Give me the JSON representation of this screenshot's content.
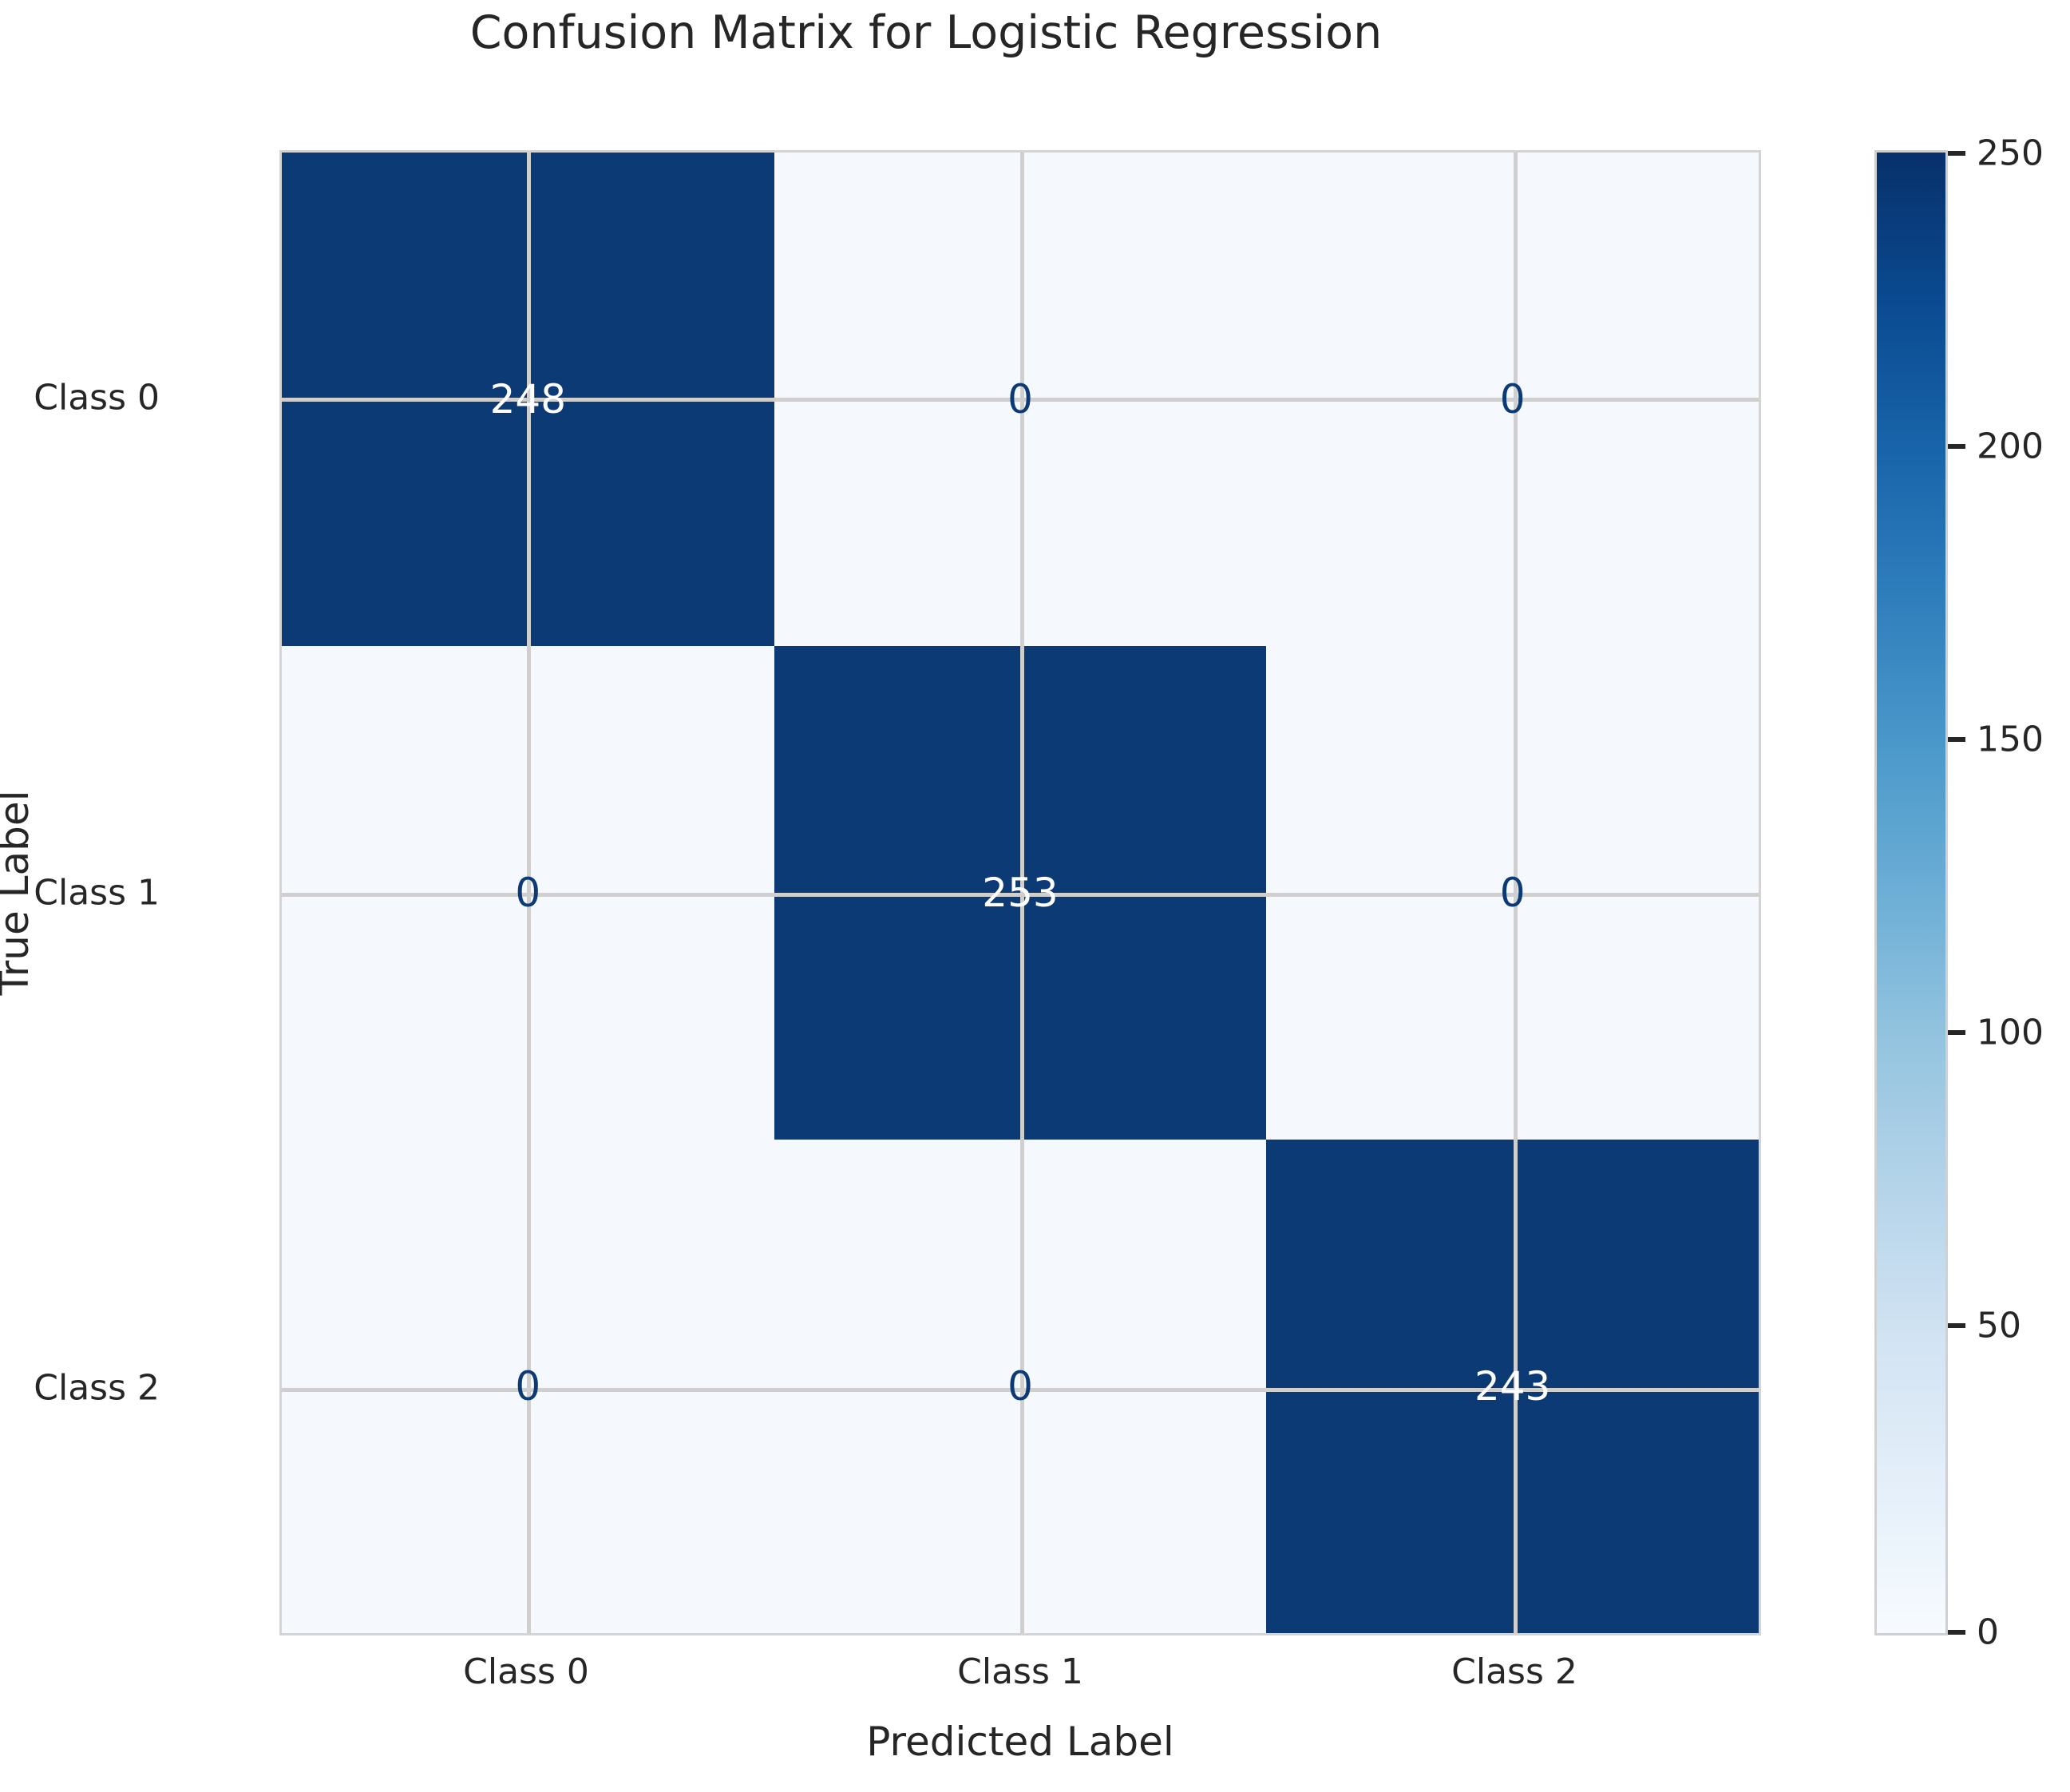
{
  "chart_data": {
    "type": "heatmap",
    "title": "Confusion Matrix for Logistic Regression",
    "xlabel": "Predicted Label",
    "ylabel": "True Label",
    "categories_x": [
      "Class 0",
      "Class 1",
      "Class 2"
    ],
    "categories_y": [
      "Class 0",
      "Class 1",
      "Class 2"
    ],
    "matrix": [
      [
        248,
        0,
        0
      ],
      [
        0,
        253,
        0
      ],
      [
        0,
        0,
        243
      ]
    ],
    "cells": [
      {
        "row": 0,
        "col": 0,
        "value": "248",
        "dark": true
      },
      {
        "row": 0,
        "col": 1,
        "value": "0",
        "dark": false
      },
      {
        "row": 0,
        "col": 2,
        "value": "0",
        "dark": false
      },
      {
        "row": 1,
        "col": 0,
        "value": "0",
        "dark": false
      },
      {
        "row": 1,
        "col": 1,
        "value": "253",
        "dark": true
      },
      {
        "row": 1,
        "col": 2,
        "value": "0",
        "dark": false
      },
      {
        "row": 2,
        "col": 0,
        "value": "0",
        "dark": false
      },
      {
        "row": 2,
        "col": 1,
        "value": "0",
        "dark": false
      },
      {
        "row": 2,
        "col": 2,
        "value": "243",
        "dark": true
      }
    ],
    "colormap": "Blues",
    "colorbar": {
      "ticks": [
        "250",
        "200",
        "150",
        "100",
        "50",
        "0"
      ],
      "values": [
        250,
        200,
        150,
        100,
        50,
        0
      ],
      "vmin": 0,
      "vmax": 253
    },
    "grid": true,
    "legend_position": "right",
    "colors": {
      "cell_dark": "#0c3a75",
      "cell_light": "#f5f8fd",
      "text_on_dark": "#ffffff",
      "text_on_light": "#0c3a75",
      "gridline": "#cfcfcf",
      "axis_text": "#262626",
      "spine": "#d4d4d4",
      "background": "#ffffff"
    }
  }
}
